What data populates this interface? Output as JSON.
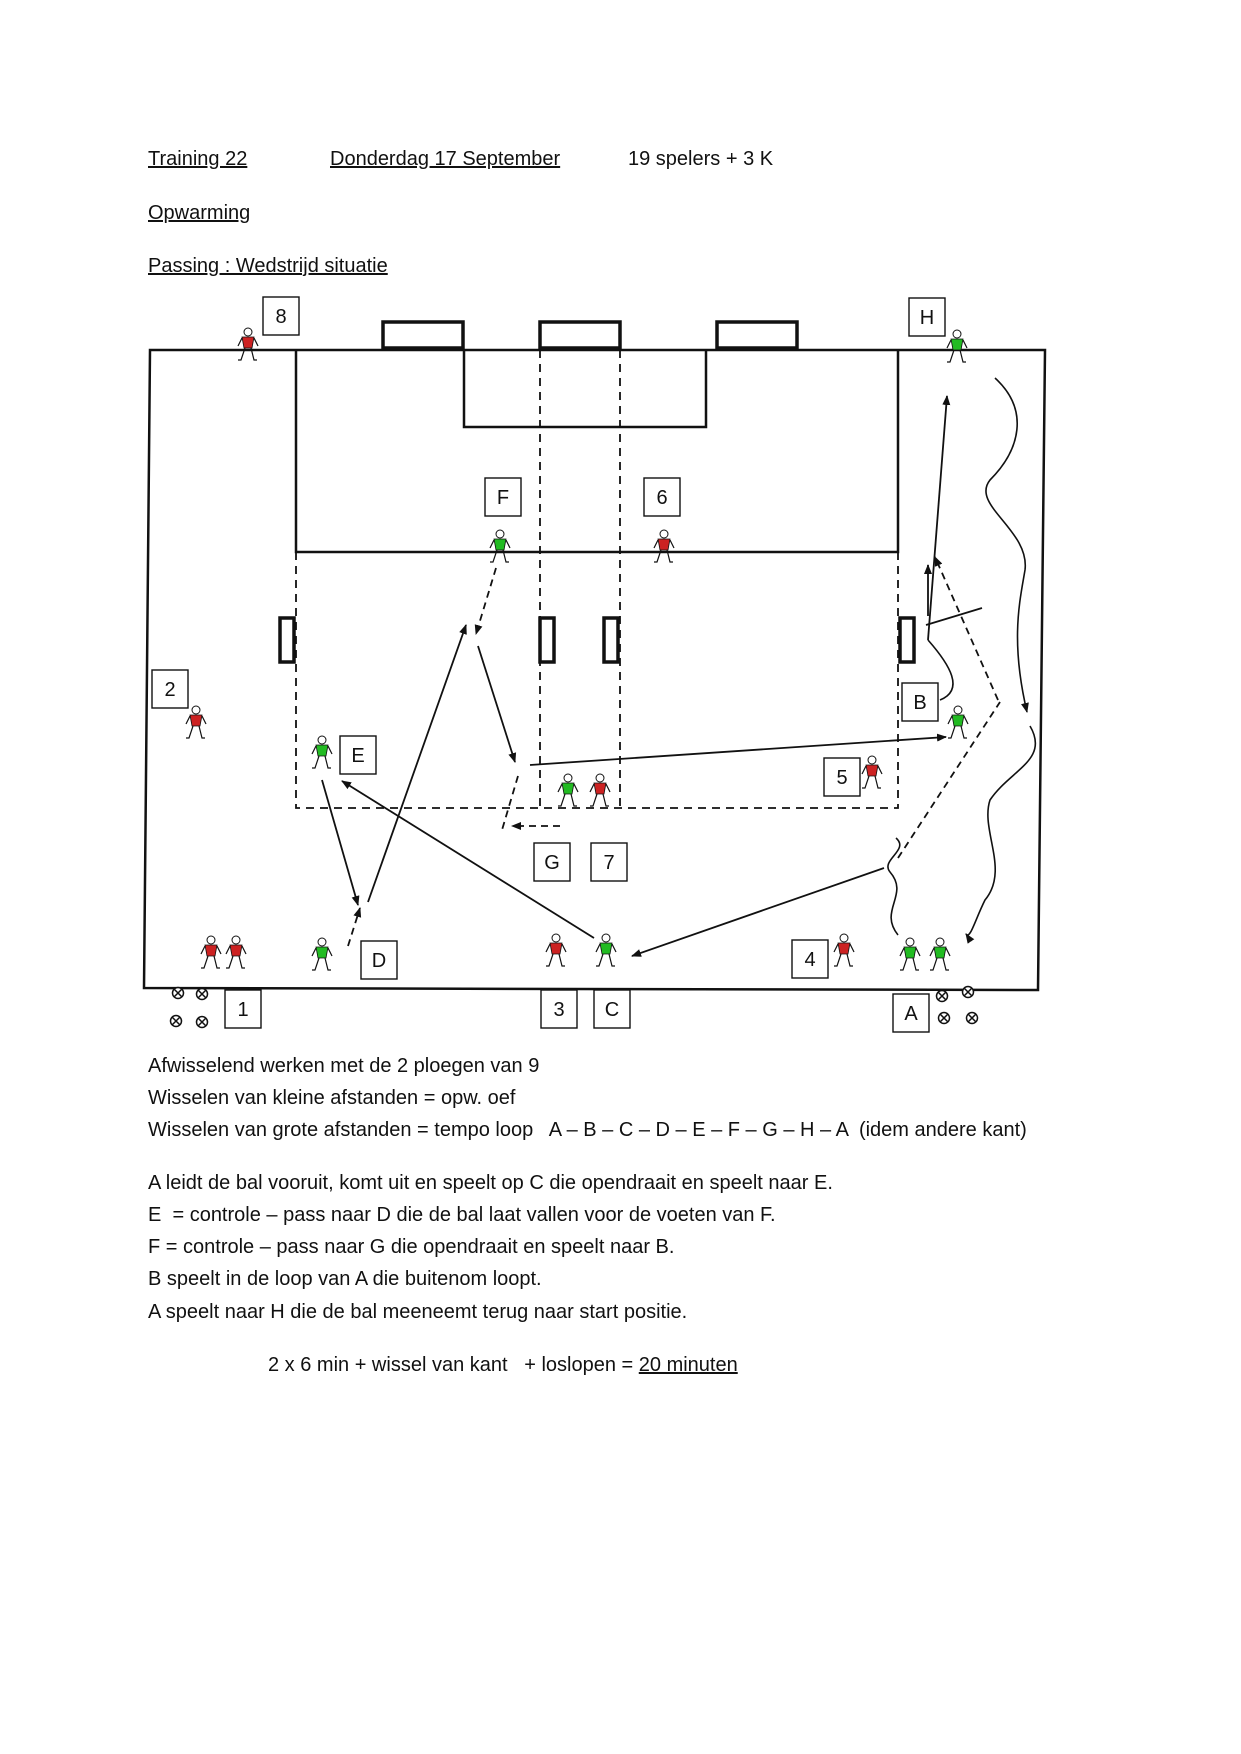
{
  "header": {
    "training": "Training 22",
    "date": "Donderdag 17 September",
    "players": "19 spelers + 3 K"
  },
  "section_title": "Opwarming",
  "exercise_title": "Passing : Wedstrijd situatie",
  "diagram": {
    "labels": [
      "8",
      "H",
      "F",
      "6",
      "2",
      "E",
      "B",
      "5",
      "G",
      "7",
      "D",
      "4",
      "1",
      "3",
      "C",
      "A"
    ],
    "colors": {
      "green_team": "#22bb22",
      "red_team": "#cc2222",
      "lines": "#111111"
    }
  },
  "notes": [
    "Afwisselend werken met de 2 ploegen van 9",
    "Wisselen van kleine afstanden = opw. oef",
    "Wisselen van grote afstanden = tempo loop   A – B – C – D – E – F – G – H – A  (idem andere kant)"
  ],
  "instructions": [
    "A leidt de bal vooruit, komt uit en speelt op C die opendraait en speelt naar E.",
    "E  = controle – pass naar D die de bal laat vallen voor de voeten van F.",
    "F = controle – pass naar G die opendraait en speelt naar B.",
    "B speelt in de loop van A die buitenom loopt.",
    "A speelt naar H die de bal meeneemt terug naar start positie."
  ],
  "summary": {
    "text": "2 x 6 min + wissel van kant   + loslopen = ",
    "total": "20 minuten"
  }
}
